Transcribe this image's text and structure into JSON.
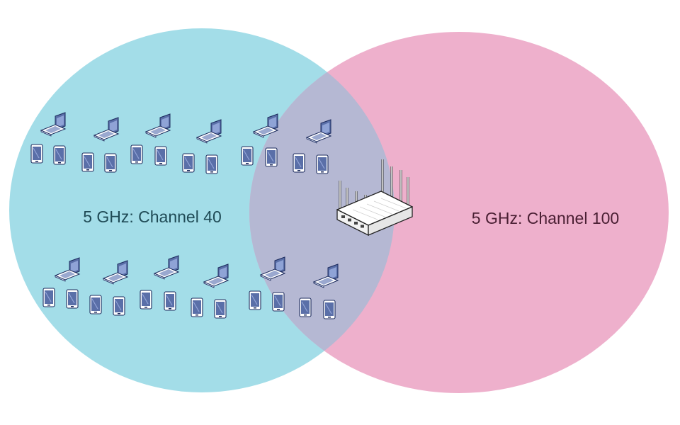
{
  "zones": [
    {
      "id": "channel-40",
      "label": "5 GHz: Channel 40",
      "fill": "#a3dde8",
      "text_color": "#1f4a55"
    },
    {
      "id": "channel-100",
      "label": "5 GHz: Channel 100",
      "fill": "#eeb0cc",
      "text_color": "#4a1f33"
    }
  ],
  "overlap_fill": "#b5b8d3",
  "access_point": {
    "icon": "wireless-access-point-icon",
    "antenna_count": 8
  },
  "client_groups": [
    {
      "name": "upper-client-row",
      "laptops": 6,
      "phones": 12
    },
    {
      "name": "lower-client-row",
      "laptops": 6,
      "phones": 12
    }
  ],
  "device_colors": {
    "screen": "#5a6fa8",
    "outline": "#1b2a5c",
    "body": "#ffffff"
  }
}
